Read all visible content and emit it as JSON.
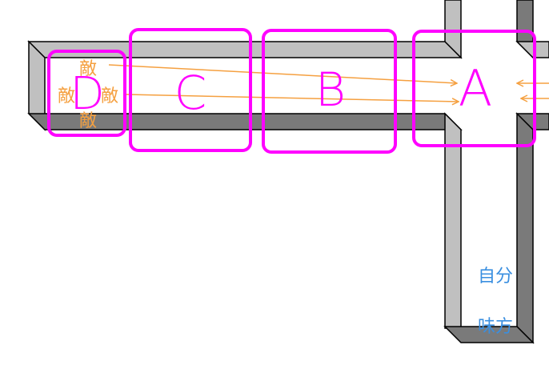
{
  "zones": [
    {
      "id": "D",
      "label": "D"
    },
    {
      "id": "C",
      "label": "C"
    },
    {
      "id": "B",
      "label": "B"
    },
    {
      "id": "A",
      "label": "A"
    }
  ],
  "enemies": {
    "top": "敵",
    "left": "敵",
    "right": "敵",
    "bottom": "敵"
  },
  "allies": {
    "self": "自分",
    "ally": "味方"
  },
  "colors": {
    "zone_outline": "#ff00ff",
    "enemy": "#f5a040",
    "ally": "#3a8fe0",
    "corridor_light": "#c0c0c0",
    "corridor_dark": "#7a7a7a",
    "outline": "#000000"
  }
}
